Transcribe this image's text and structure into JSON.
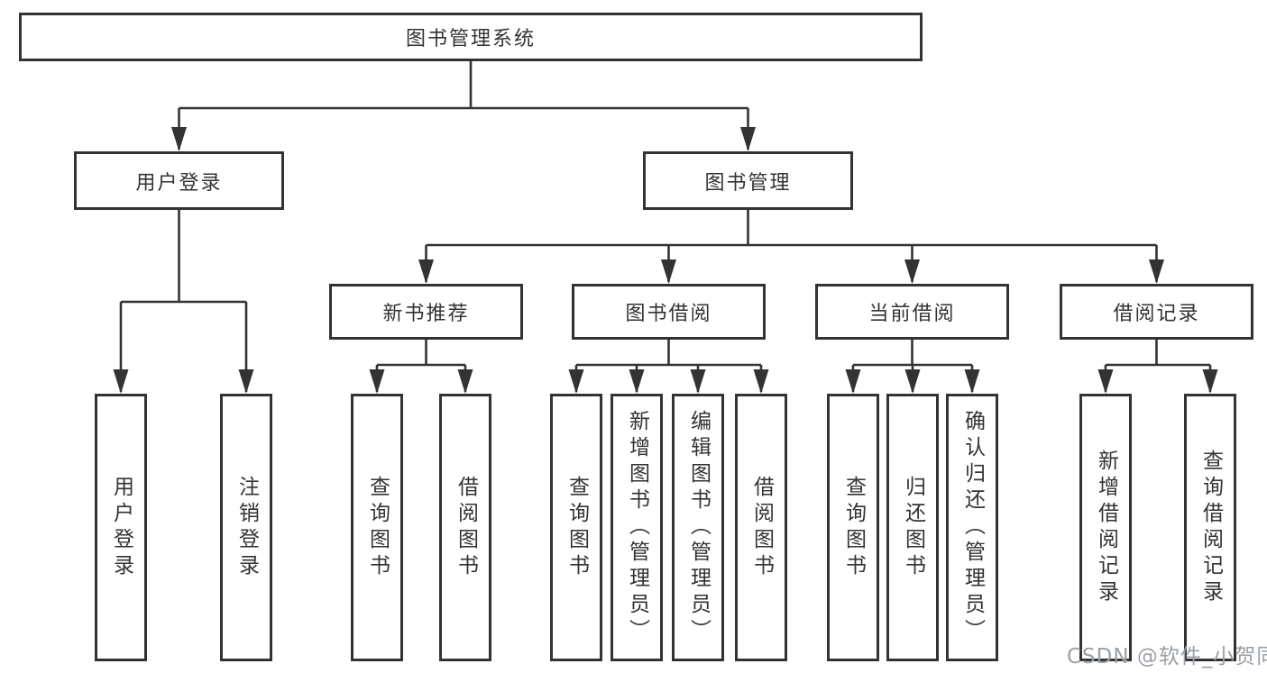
{
  "diagram": {
    "title_node": {
      "label": "图书管理系统"
    },
    "level2": [
      {
        "label": "用户登录"
      },
      {
        "label": "图书管理"
      }
    ],
    "level3": [
      {
        "label": "新书推荐"
      },
      {
        "label": "图书借阅"
      },
      {
        "label": "当前借阅"
      },
      {
        "label": "借阅记录"
      }
    ],
    "leaves": {
      "user_login": [
        "用户登录",
        "注销登录"
      ],
      "new_books": [
        "查询图书",
        "借阅图书"
      ],
      "book_borrow": [
        "查询图书",
        "新增图书（管理员）",
        "编辑图书（管理员）",
        "借阅图书"
      ],
      "current_borrow": [
        "查询图书",
        "归还图书",
        "确认归还（管理员）"
      ],
      "borrow_records": [
        "新增借阅记录",
        "查询借阅记录"
      ]
    }
  },
  "watermark": {
    "text": "CSDN @软件_小贺同学"
  },
  "colors": {
    "line": "#333333",
    "text": "#333333",
    "watermark": "#9aa0a6",
    "background": "#ffffff"
  }
}
